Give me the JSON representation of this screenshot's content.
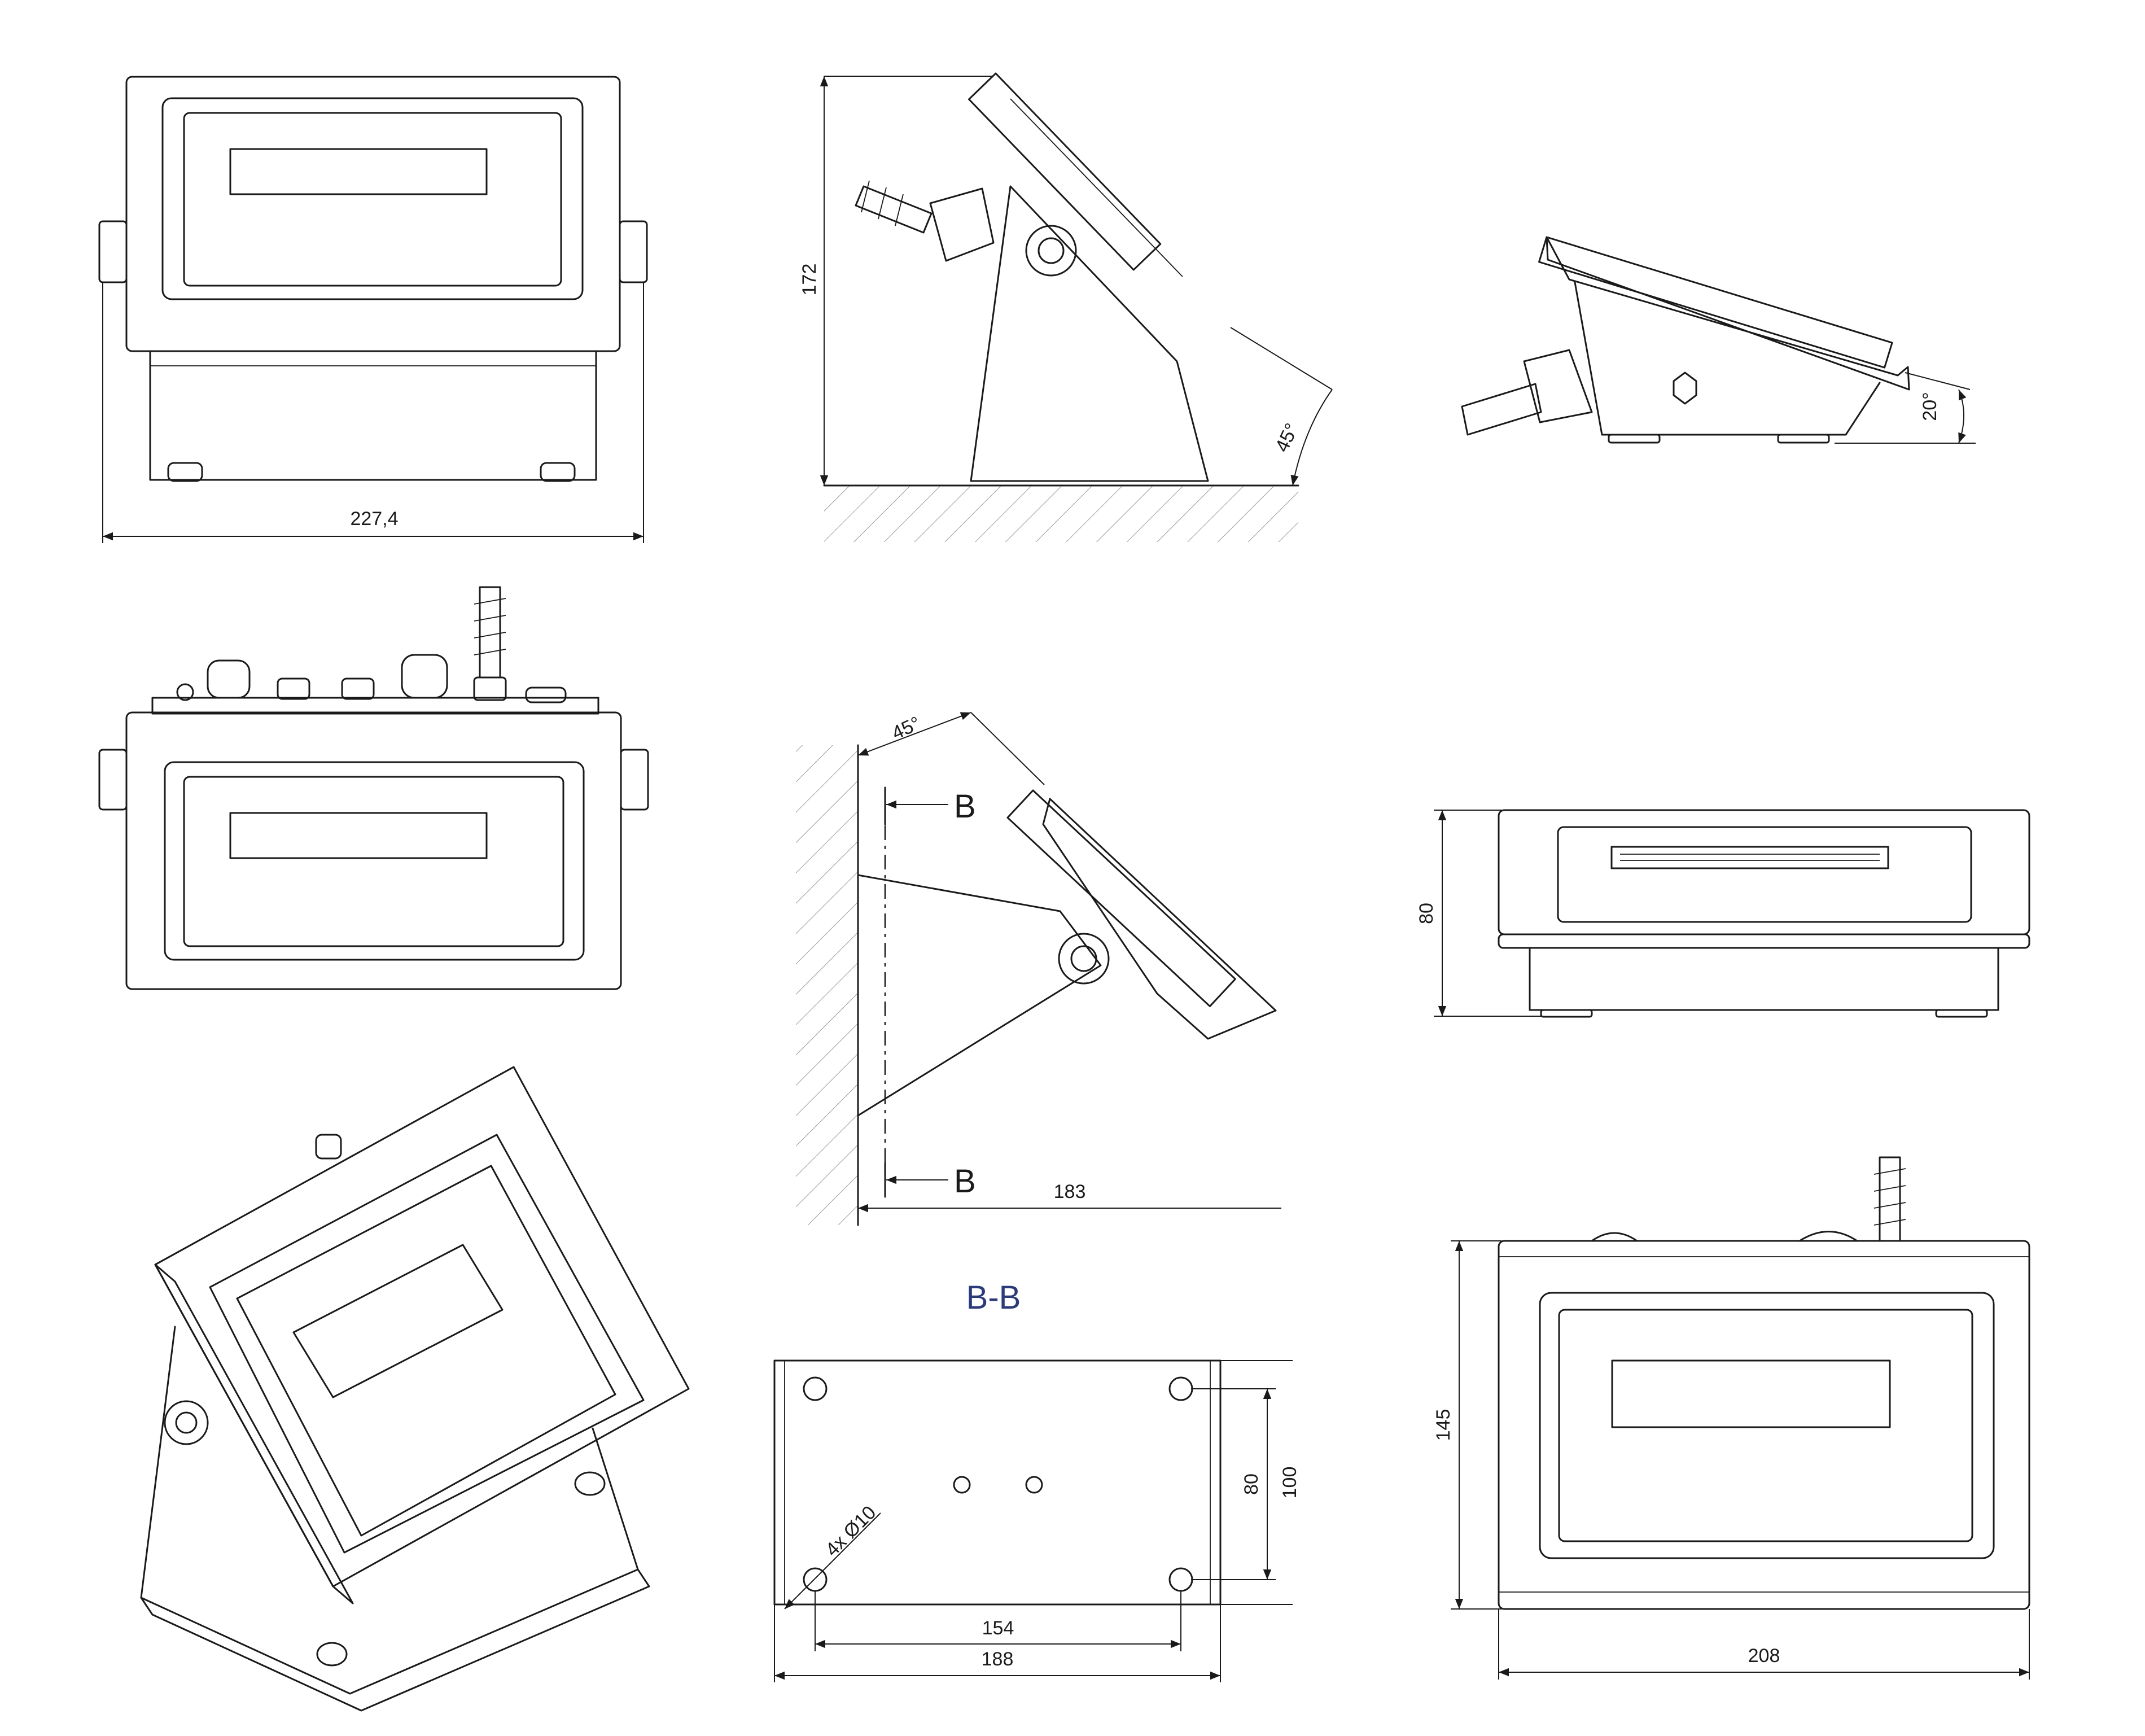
{
  "dimensions": {
    "front_width": "227,4",
    "stand_height": "172",
    "tilt_angle": "45°",
    "side_angle": "20°",
    "wall_angle": "45°",
    "wall_depth": "183",
    "section_marker": "B",
    "depth_view_height": "80",
    "base_height": "80",
    "base_height_outer": "100",
    "hole_spec": "4x Ø10",
    "hole_spacing": "154",
    "base_width": "188",
    "top_view_depth": "145",
    "top_view_width": "208"
  },
  "section_title": "B-B",
  "colors": {
    "line": "#1a1a1a",
    "hatch": "#9a9a9a",
    "title": "#2b3a78"
  }
}
